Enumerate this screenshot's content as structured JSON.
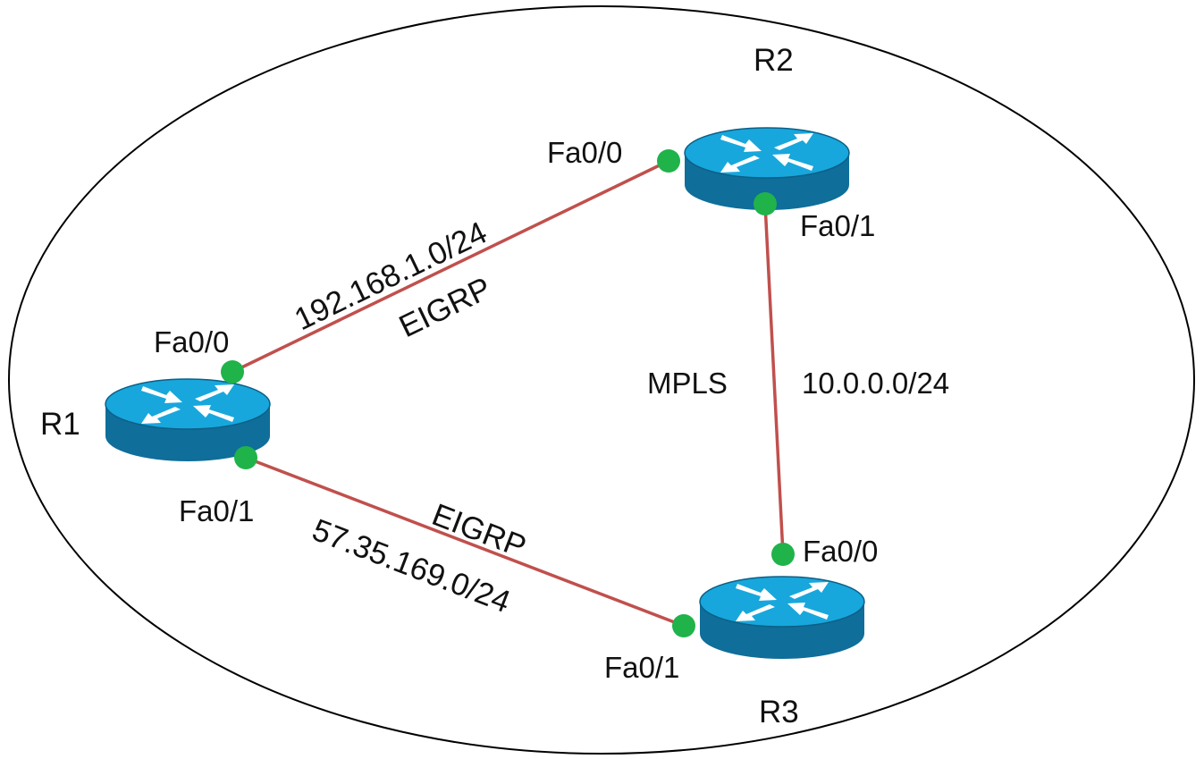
{
  "diagram": {
    "colors": {
      "link": "#c0504d",
      "port": "#1fb34a",
      "router_top": "#17a7dc",
      "router_side": "#0f6e9a",
      "boundary": "#000000"
    },
    "routers": {
      "r1": {
        "name": "R1",
        "icon": "router-icon"
      },
      "r2": {
        "name": "R2",
        "icon": "router-icon"
      },
      "r3": {
        "name": "R3",
        "icon": "router-icon"
      }
    },
    "ports": {
      "r1_fa00": "Fa0/0",
      "r1_fa01": "Fa0/1",
      "r2_fa00": "Fa0/0",
      "r2_fa01": "Fa0/1",
      "r3_fa00": "Fa0/0",
      "r3_fa01": "Fa0/1"
    },
    "links": {
      "r1_r2": {
        "network": "192.168.1.0/24",
        "protocol": "EIGRP"
      },
      "r2_r3": {
        "network": "10.0.0.0/24",
        "protocol": "MPLS"
      },
      "r1_r3": {
        "network": "57.35.169.0/24",
        "protocol": "EIGRP"
      }
    }
  }
}
